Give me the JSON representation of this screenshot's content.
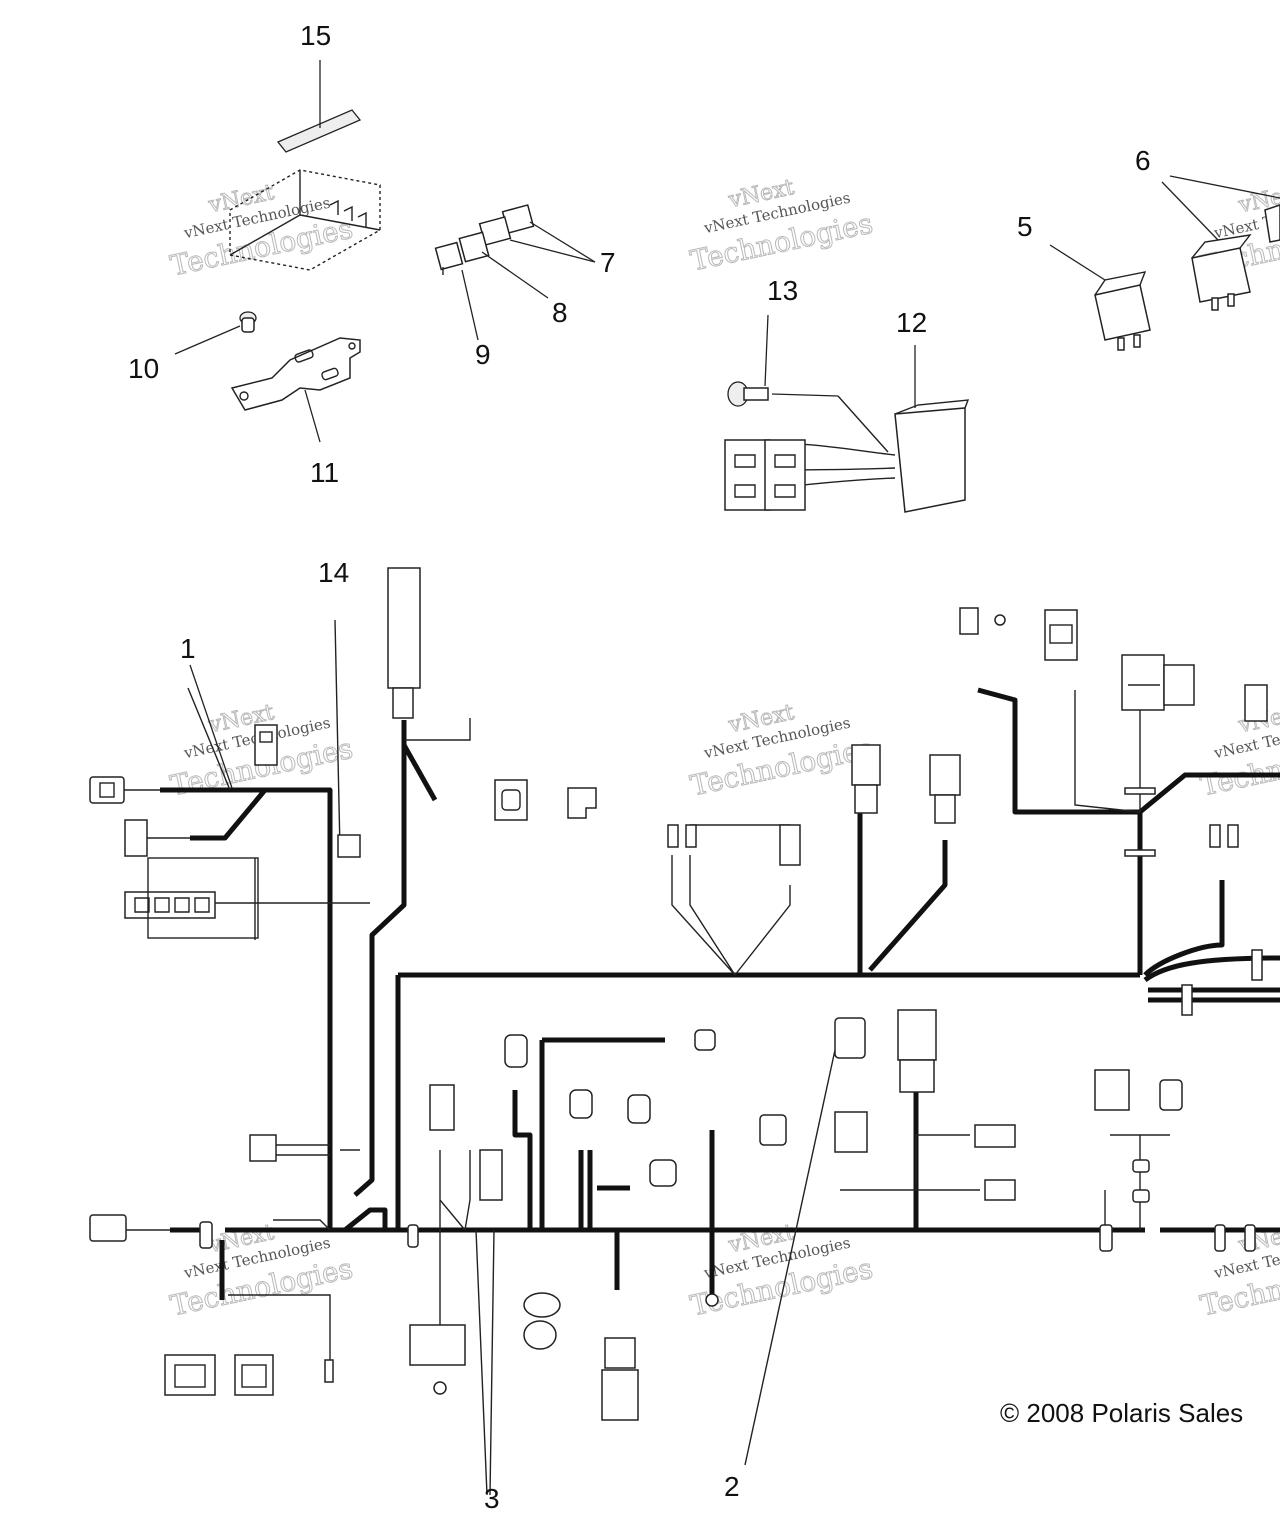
{
  "callouts": [
    {
      "id": "c15",
      "label": "15"
    },
    {
      "id": "c7",
      "label": "7"
    },
    {
      "id": "c8",
      "label": "8"
    },
    {
      "id": "c9",
      "label": "9"
    },
    {
      "id": "c10",
      "label": "10"
    },
    {
      "id": "c11",
      "label": "11"
    },
    {
      "id": "c13",
      "label": "13"
    },
    {
      "id": "c12",
      "label": "12"
    },
    {
      "id": "c5",
      "label": "5"
    },
    {
      "id": "c6",
      "label": "6"
    },
    {
      "id": "c14",
      "label": "14"
    },
    {
      "id": "c1",
      "label": "1"
    },
    {
      "id": "c2",
      "label": "2"
    },
    {
      "id": "c3",
      "label": "3"
    }
  ],
  "watermark": {
    "line1": "vNext Technologies",
    "line2": "vNext",
    "line3": "Technologies"
  },
  "copyright": "© 2008 Polaris Sales"
}
